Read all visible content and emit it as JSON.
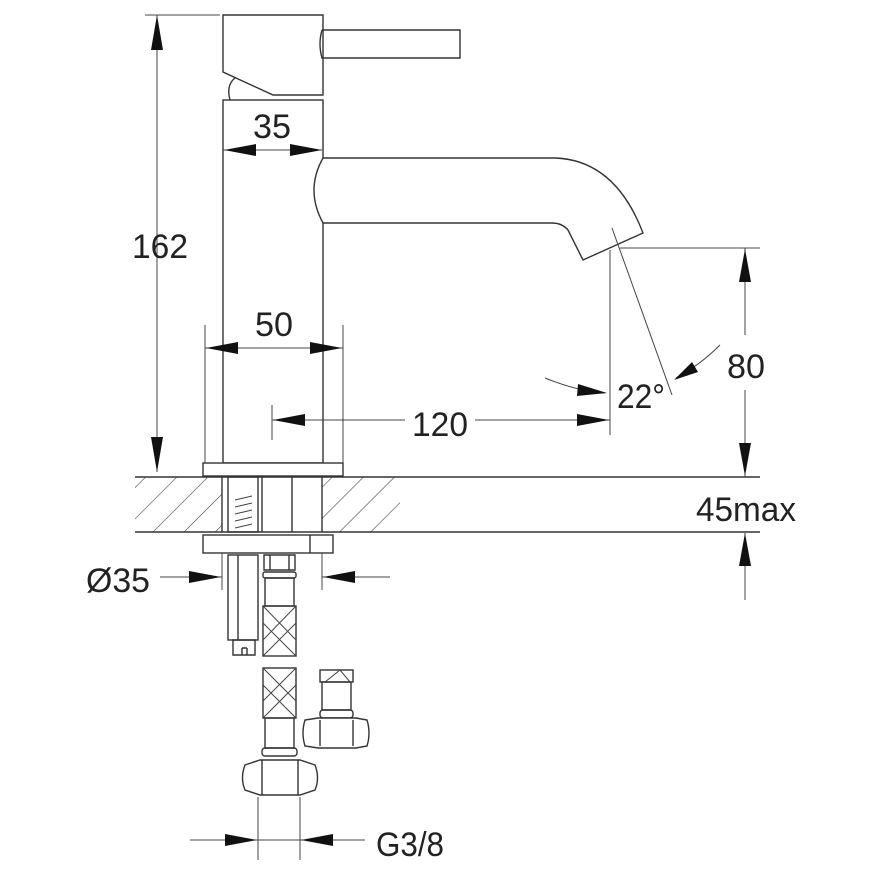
{
  "title": "Basin mixer tap dimension drawing",
  "dimensions": {
    "total_height": "162",
    "body_width": "35",
    "base_width": "50",
    "spout_reach": "120",
    "spout_height": "80",
    "spout_angle": "22°",
    "max_counter_thickness": "45max",
    "hole_diameter": "Ø35",
    "connection_thread": "G3/8"
  },
  "colors": {
    "line": "#333333",
    "background": "#ffffff"
  }
}
